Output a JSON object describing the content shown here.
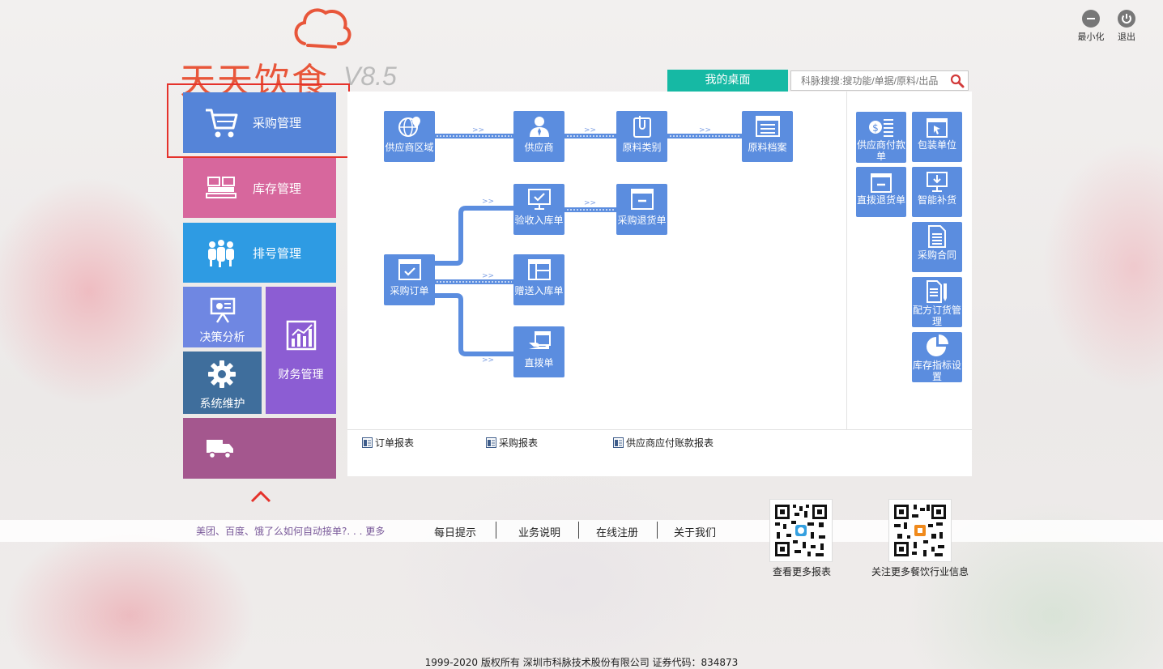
{
  "window": {
    "minimize_label": "最小化",
    "exit_label": "退出"
  },
  "logo": {
    "name": "天天饮食",
    "version": "V8.5"
  },
  "menu": {
    "purchase": "采购管理",
    "inventory": "库存管理",
    "queue": "排号管理",
    "decision": "决策分析",
    "finance": "财务管理",
    "system": "系统维护",
    "collapse_icon": "chevron-up-icon"
  },
  "desktop": {
    "tab_label": "我的桌面",
    "search_placeholder": "科脉搜搜:搜功能/单据/原料/出品"
  },
  "flow": {
    "supplier_area": "供应商区域",
    "supplier": "供应商",
    "material_category": "原料类别",
    "material_file": "原料档案",
    "receiving": "验收入库单",
    "purchase_return": "采购退货单",
    "purchase_order": "采购订单",
    "gift_receipt": "赠送入库单",
    "direct_transfer": "直拨单"
  },
  "shortcuts": {
    "supplier_payment": "供应商付款单",
    "packing_unit": "包装单位",
    "direct_return": "直拨退货单",
    "smart_restock": "智能补货",
    "purchase_contract": "采购合同",
    "recipe_order": "配方订货管理",
    "stock_indicator": "库存指标设置"
  },
  "reports": {
    "order_report": "订单报表",
    "purchase_report": "采购报表",
    "supplier_payable_report": "供应商应付账款报表"
  },
  "footer": {
    "tip_link": "美团、百度、饿了么如何自动接单?. . . 更多",
    "daily_tip": "每日提示",
    "business_desc": "业务说明",
    "online_register": "在线注册",
    "about_us": "关于我们",
    "qr1_label": "查看更多报表",
    "qr2_label": "关注更多餐饮行业信息",
    "copyright": "1999-2020  版权所有  深圳市科脉技术股份有限公司  证券代码：834873"
  },
  "colors": {
    "accent_teal": "#16b9a4",
    "node_blue": "#5b8ddf",
    "logo_red": "#e8563a",
    "selection_red": "#e5322b"
  }
}
